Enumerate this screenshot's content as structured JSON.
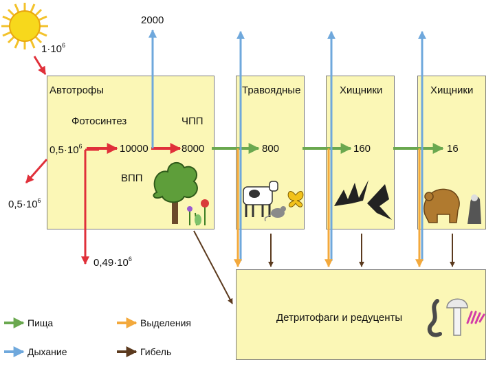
{
  "diagram": {
    "sun_energy": {
      "base": "1·10",
      "exp": "6"
    },
    "top_respiration": "2000",
    "loss_left": {
      "base": "0,5·10",
      "exp": "6"
    },
    "loss_bottom": {
      "base": "0,49·10",
      "exp": "6"
    },
    "boxes": {
      "autotrophs": {
        "title": "Автотрофы",
        "photosynthesis": "Фотосинтез",
        "npp_label": "ЧПП",
        "gpp_label": "ВПП",
        "input": {
          "base": "0,5·10",
          "exp": "6"
        },
        "gpp_value": "10000",
        "npp_value": "8000"
      },
      "herbivores": {
        "title": "Травоядные",
        "value": "800"
      },
      "predators1": {
        "title": "Хищники",
        "value": "160"
      },
      "predators2": {
        "title": "Хищники",
        "value": "16"
      },
      "decomposers": {
        "title": "Детритофаги и редуценты"
      }
    },
    "colors": {
      "food": "#6aa84f",
      "respiration": "#6fa8dc",
      "excretion": "#f3a93c",
      "death": "#5b3a1e",
      "sun_input": "#e0303a",
      "box_fill": "#fbf7b6"
    }
  },
  "legend": {
    "food": "Пища",
    "excretion": "Выделения",
    "respiration": "Дыхание",
    "death": "Гибель"
  }
}
